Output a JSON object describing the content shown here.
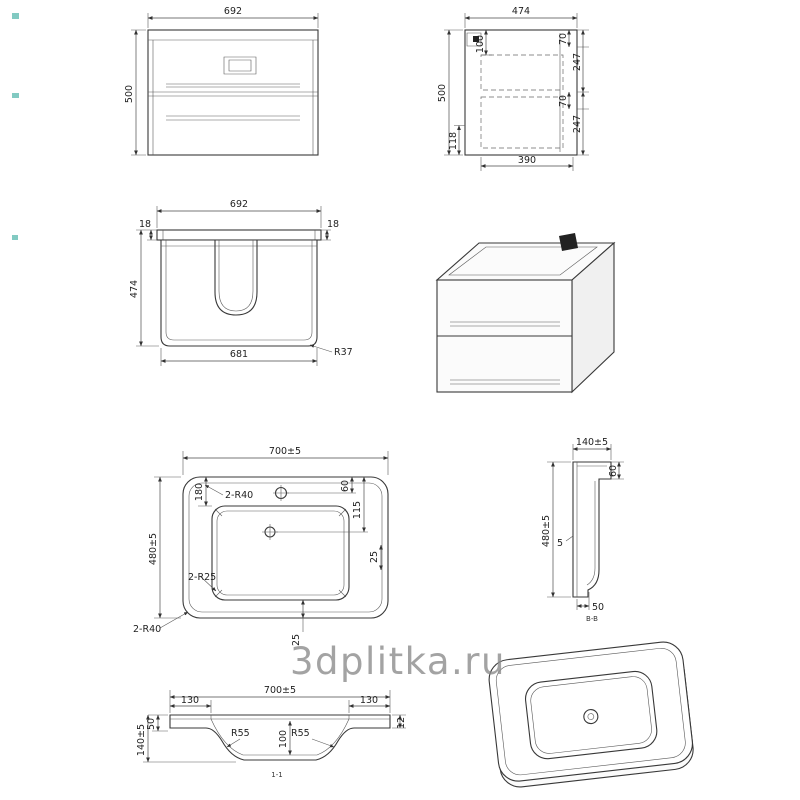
{
  "watermark": "3dplitka.ru",
  "views": {
    "cabinet_front": {
      "width": "692",
      "height": "500"
    },
    "cabinet_side": {
      "width": "474",
      "height": "500",
      "inset_top": "100",
      "gap_top": "70",
      "drawer_upper": "247",
      "gap_mid": "70",
      "drawer_lower": "247",
      "inset_bottom": "118",
      "depth": "390"
    },
    "cabinet_top": {
      "width": "692",
      "overhang_left": "18",
      "overhang_right": "18",
      "depth": "474",
      "body_width": "681",
      "corner_radius": "R37"
    },
    "sink_top": {
      "width": "700±5",
      "depth": "480±5",
      "back_offset": "180",
      "outer_radius": "2-R40",
      "tap_offset": "60",
      "drain_offset": "115",
      "side_gap": "25",
      "basin_radius": "2-R25",
      "front_radius": "2-R40",
      "front_gap": "25"
    },
    "sink_side": {
      "height": "140±5",
      "back_step": "60",
      "depth": "480±5",
      "wall": "5",
      "front_flat": "50",
      "section_label": "B-B"
    },
    "sink_front": {
      "width": "700±5",
      "flat_left": "130",
      "flat_right": "130",
      "radius_left": "R55",
      "radius_right": "R55",
      "rim_height": "50",
      "basin_depth": "100",
      "total_height": "140±5",
      "edge": "12",
      "section_label": "1-1"
    }
  }
}
